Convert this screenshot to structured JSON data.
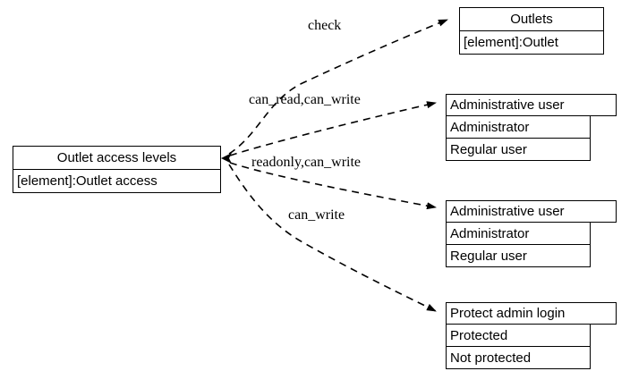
{
  "diagram": {
    "type": "uml-record-graph",
    "background_color": "#ffffff",
    "line_color": "#000000",
    "text_color": "#000000",
    "edge_style": "dashed-open-arrow",
    "source_node": {
      "name": "outlet-access-levels",
      "title": "Outlet access levels",
      "field": "[element]:Outlet access"
    },
    "target_nodes": [
      {
        "name": "outlets",
        "title": "Outlets",
        "rows": [
          "[element]:Outlet"
        ]
      },
      {
        "name": "administrative-user-1",
        "title": "Administrative user",
        "rows": [
          "Administrator",
          "Regular user"
        ]
      },
      {
        "name": "administrative-user-2",
        "title": "Administrative user",
        "rows": [
          "Administrator",
          "Regular user"
        ]
      },
      {
        "name": "protect-admin-login",
        "title": "Protect admin login",
        "rows": [
          "Protected",
          "Not protected"
        ]
      }
    ],
    "edges": [
      {
        "name": "edge-check",
        "label": "check",
        "from": "outlet-access-levels",
        "to": "outlets"
      },
      {
        "name": "edge-can-read-can-write",
        "label": "can_read,can_write",
        "from": "outlet-access-levels",
        "to": "administrative-user-1"
      },
      {
        "name": "edge-readonly-can-write",
        "label": "readonly,can_write",
        "from": "outlet-access-levels",
        "to": "administrative-user-2"
      },
      {
        "name": "edge-can-write",
        "label": "can_write",
        "from": "outlet-access-levels",
        "to": "protect-admin-login"
      }
    ]
  }
}
